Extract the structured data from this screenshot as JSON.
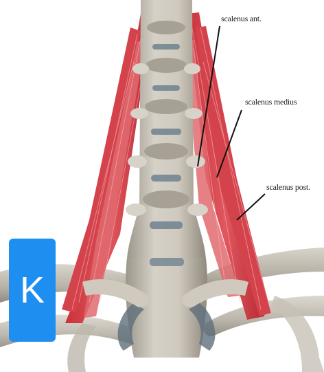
{
  "labels": {
    "scalenus_ant": "scalenus ant.",
    "scalenus_medius": "scalenus medius",
    "scalenus_post": "scalenus post."
  },
  "badge": {
    "letter": "K",
    "color": "#1e8ff0"
  },
  "colors": {
    "bone": "#c9c3b8",
    "bone_shadow": "#8f897e",
    "muscle": "#d9424a",
    "muscle_light": "#ee8a8e",
    "disc": "#6f8390",
    "background": "#ffffff"
  }
}
